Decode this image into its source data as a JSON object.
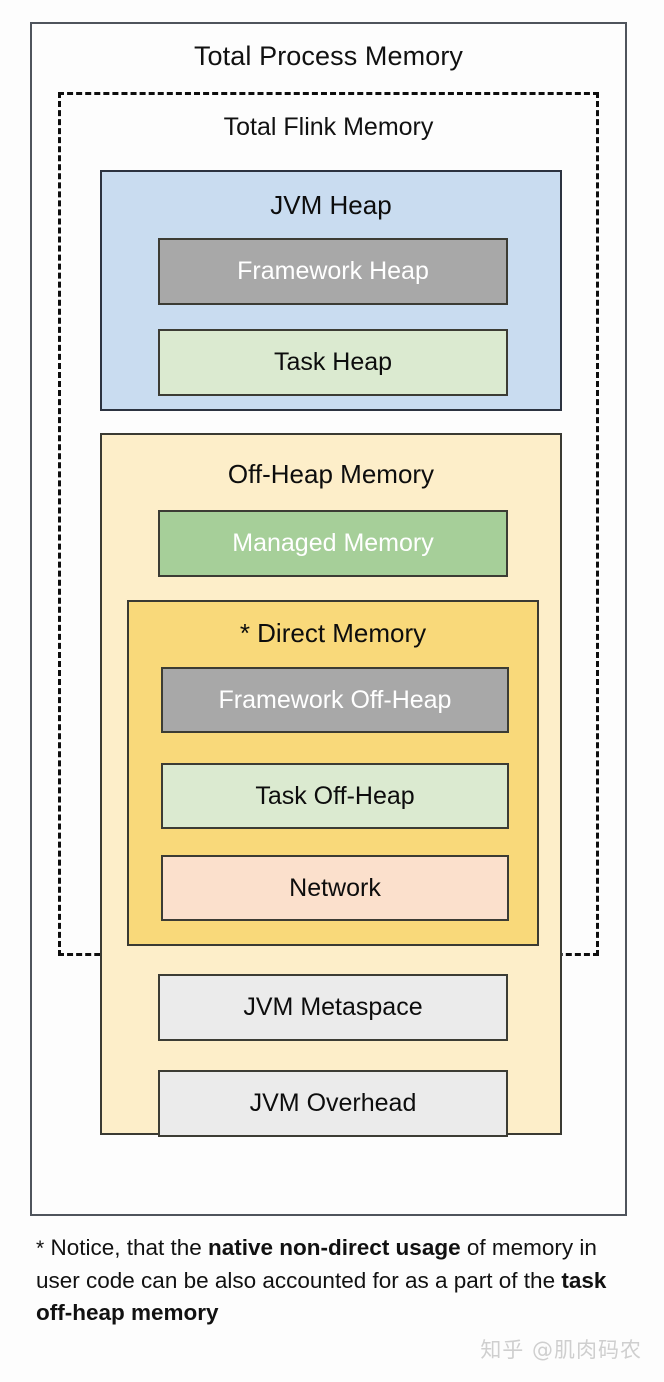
{
  "diagram": {
    "title": "Total Process Memory",
    "flink_title": "Total Flink Memory",
    "sections": {
      "jvm_heap": {
        "label": "JVM Heap",
        "color": "#c9dcf0",
        "children": [
          {
            "label": "Framework Heap",
            "color": "#a8a8a8",
            "text_color": "#ffffff"
          },
          {
            "label": "Task Heap",
            "color": "#dbead0",
            "text_color": "#0d0d0d"
          }
        ]
      },
      "off_heap": {
        "label": "Off-Heap Memory",
        "color": "#fdeec9",
        "children": [
          {
            "label": "Managed Memory",
            "color": "#a6cf99",
            "text_color": "#ffffff"
          }
        ],
        "direct_memory": {
          "label": "* Direct Memory",
          "color": "#f9d97a",
          "children": [
            {
              "label": "Framework Off-Heap",
              "color": "#a8a8a8",
              "text_color": "#ffffff"
            },
            {
              "label": "Task Off-Heap",
              "color": "#dbead0",
              "text_color": "#0d0d0d"
            },
            {
              "label": "Network",
              "color": "#fbe0cc",
              "text_color": "#0d0d0d"
            }
          ]
        },
        "outside_flink": [
          {
            "label": "JVM Metaspace",
            "color": "#ebebeb",
            "text_color": "#0d0d0d"
          },
          {
            "label": "JVM Overhead",
            "color": "#ebebeb",
            "text_color": "#0d0d0d"
          }
        ]
      }
    },
    "footnote": {
      "star": "*",
      "part1": " Notice, that the ",
      "bold1": "native non-direct usage",
      "part2": " of memory in user code can be also accounted for as a part of the ",
      "bold2": "task off-heap memory"
    },
    "watermark": "知乎 @肌肉码农"
  }
}
